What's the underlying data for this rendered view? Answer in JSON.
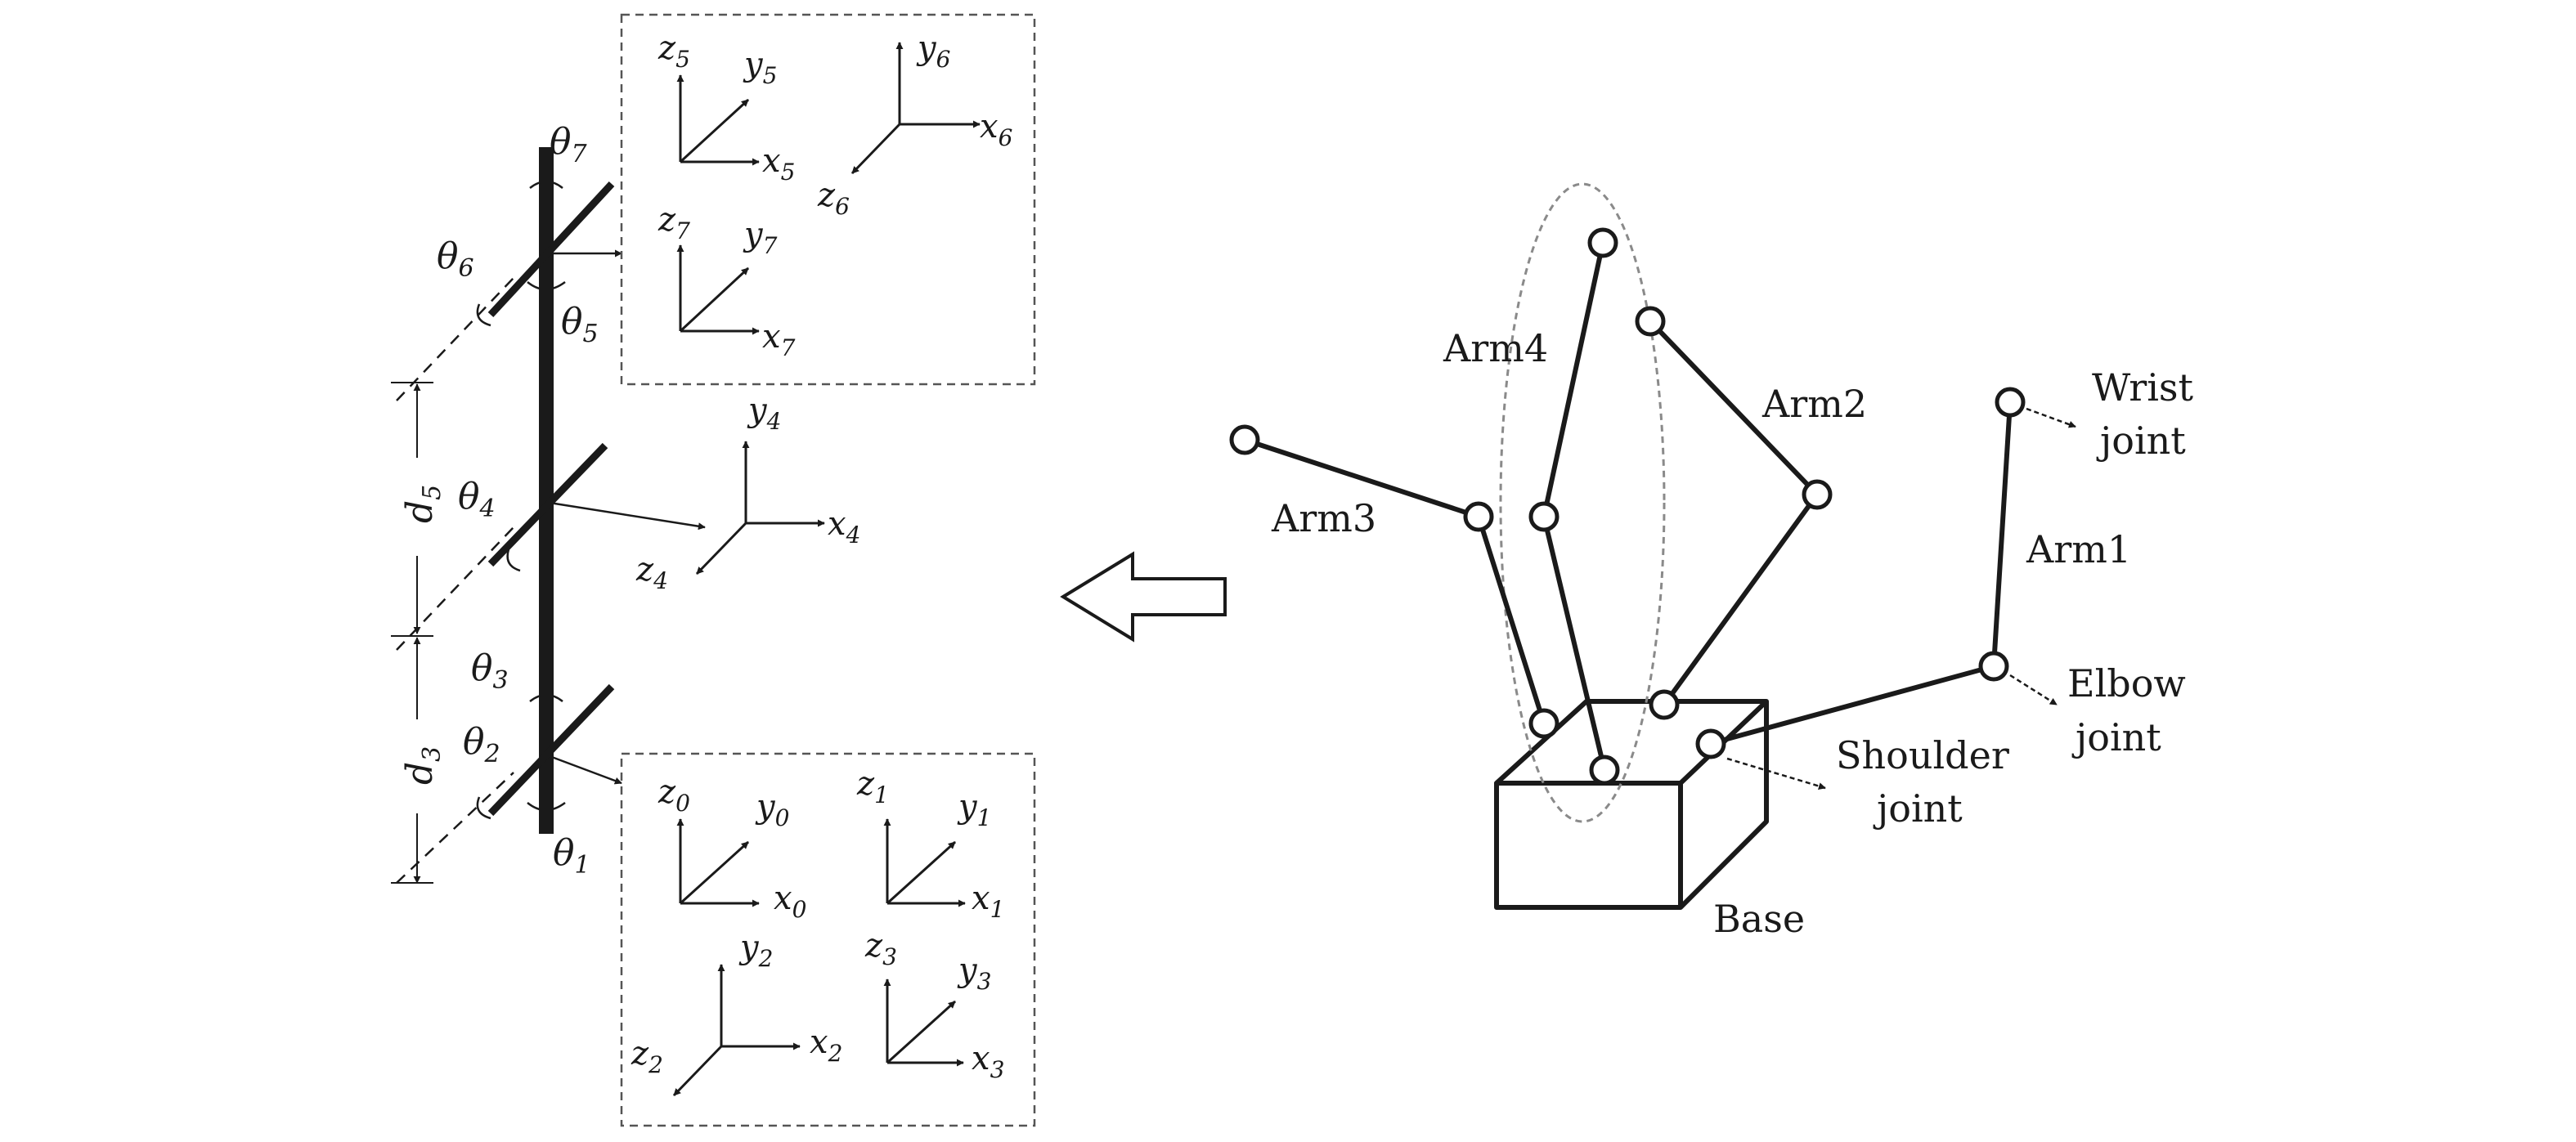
{
  "joint_angles": {
    "theta1": {
      "sym": "θ",
      "sub": "1"
    },
    "theta2": {
      "sym": "θ",
      "sub": "2"
    },
    "theta3": {
      "sym": "θ",
      "sub": "3"
    },
    "theta4": {
      "sym": "θ",
      "sub": "4"
    },
    "theta5": {
      "sym": "θ",
      "sub": "5"
    },
    "theta6": {
      "sym": "θ",
      "sub": "6"
    },
    "theta7": {
      "sym": "θ",
      "sub": "7"
    }
  },
  "link_lengths": {
    "d3": {
      "sym": "d",
      "sub": "3"
    },
    "d5": {
      "sym": "d",
      "sub": "5"
    }
  },
  "frames": {
    "f0": {
      "x": "0",
      "y": "0",
      "z": "0"
    },
    "f1": {
      "x": "1",
      "y": "1",
      "z": "1"
    },
    "f2": {
      "x": "2",
      "y": "2",
      "z": "2"
    },
    "f3": {
      "x": "3",
      "y": "3",
      "z": "3"
    },
    "f4": {
      "x": "4",
      "y": "4",
      "z": "4"
    },
    "f5": {
      "x": "5",
      "y": "5",
      "z": "5"
    },
    "f6": {
      "x": "6",
      "y": "6",
      "z": "6"
    },
    "f7": {
      "x": "7",
      "y": "7",
      "z": "7"
    },
    "axis_letters": {
      "x": "x",
      "y": "y",
      "z": "z"
    }
  },
  "arm_labels": {
    "arm1": "Arm1",
    "arm2": "Arm2",
    "arm3": "Arm3",
    "arm4": "Arm4"
  },
  "joint_labels": {
    "wrist_line1": "Wrist",
    "wrist_line2": "joint",
    "elbow_line1": "Elbow",
    "elbow_line2": "joint",
    "shoulder_line1": "Shoulder",
    "shoulder_line2": "joint",
    "base": "Base"
  },
  "colors": {
    "ink": "#1a1a1a",
    "dashed_box": "#555555",
    "ellipse": "#8a8a8a"
  }
}
